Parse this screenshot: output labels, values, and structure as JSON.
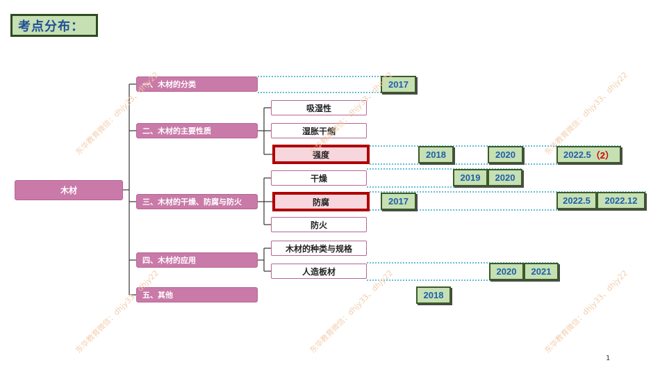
{
  "title": "考点分布：",
  "root": "木材",
  "branches": [
    {
      "label": "一、木材的分类"
    },
    {
      "label": "二、木材的主要性质"
    },
    {
      "label": "三、木材的干燥、防腐与防火"
    },
    {
      "label": "四、木材的应用"
    },
    {
      "label": "五、其他"
    }
  ],
  "leaves": {
    "b2": [
      "吸湿性",
      "湿胀干缩",
      "强度"
    ],
    "b3": [
      "干燥",
      "防腐",
      "防火"
    ],
    "b4": [
      "木材的种类与规格",
      "人造板材"
    ]
  },
  "years": {
    "fenlei": [
      "2017"
    ],
    "qiangdu": [
      "2018",
      "2020",
      "2022.5",
      "（2）"
    ],
    "ganzao": [
      "2019",
      "2020"
    ],
    "fangfu": [
      "2017",
      "2022.5",
      "2022.12"
    ],
    "renzao": [
      "2020",
      "2021"
    ],
    "qita": [
      "2018"
    ]
  },
  "watermark": "东华教育微信：dhjy33、dhjy22",
  "page_number": "1",
  "colors": {
    "node_pink": "#c97aa8",
    "highlight_border": "#b00000",
    "year_fill": "#c6e0b4",
    "year_text": "#1f5fa8",
    "dotted_line": "#2ea6c9"
  }
}
